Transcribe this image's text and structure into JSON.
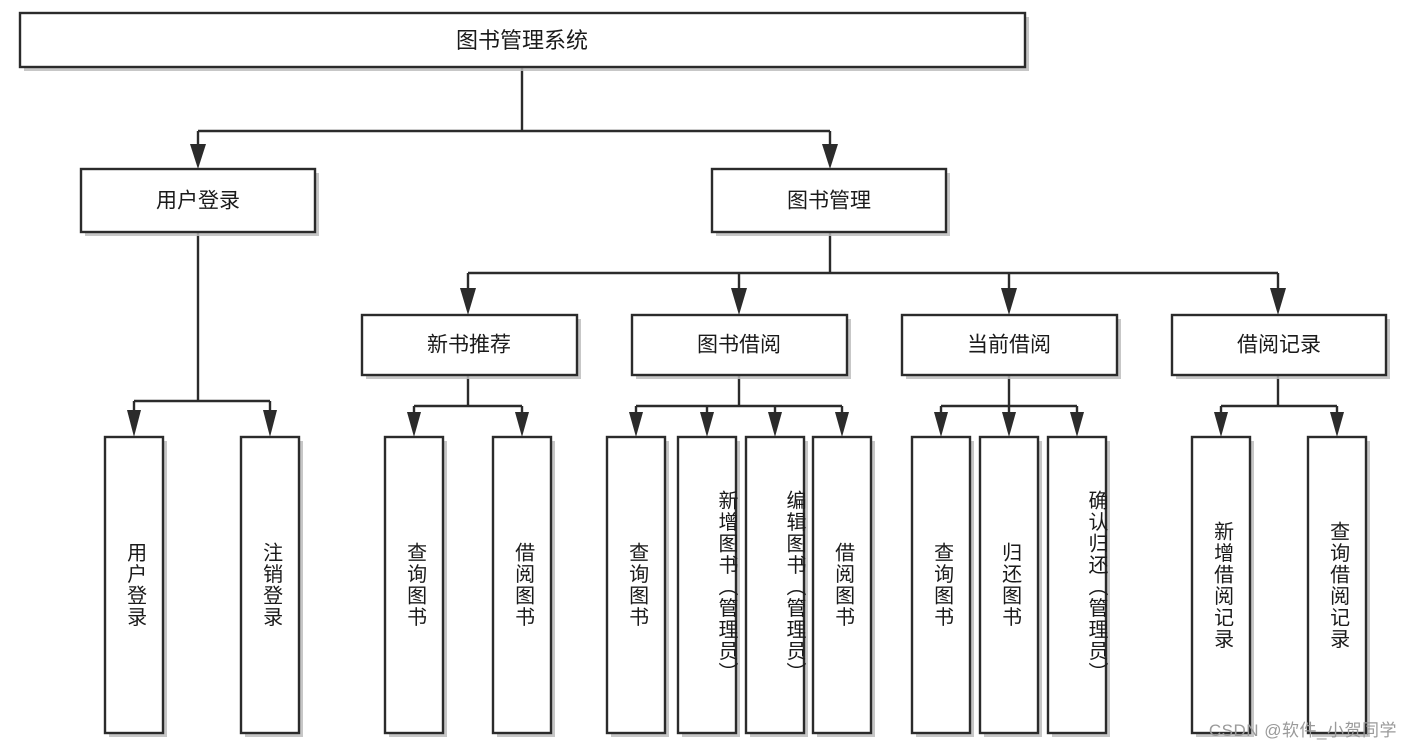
{
  "diagram": {
    "type": "tree",
    "title": "图书管理系统",
    "watermark": "CSDN @软件_小贺同学",
    "colors": {
      "box_stroke": "#2b2b2b",
      "box_fill": "#ffffff",
      "connector": "#2b2b2b",
      "text": "#1a1a1a",
      "shadow": "#bdbdbd",
      "watermark": "#9a9a9a",
      "background": "#ffffff"
    },
    "root": {
      "label": "图书管理系统"
    },
    "level2": [
      {
        "label": "用户登录"
      },
      {
        "label": "图书管理"
      }
    ],
    "level3": [
      {
        "label": "新书推荐"
      },
      {
        "label": "图书借阅"
      },
      {
        "label": "当前借阅"
      },
      {
        "label": "借阅记录"
      }
    ],
    "leaves": {
      "user_login": [
        {
          "label": "用户登录"
        },
        {
          "label": "注销登录"
        }
      ],
      "new_book_recommend": [
        {
          "label": "查询图书"
        },
        {
          "label": "借阅图书"
        }
      ],
      "book_borrow": [
        {
          "label": "查询图书"
        },
        {
          "label": "新增图书（管理员）"
        },
        {
          "label": "编辑图书（管理员）"
        },
        {
          "label": "借阅图书"
        }
      ],
      "current_borrow": [
        {
          "label": "查询图书"
        },
        {
          "label": "归还图书"
        },
        {
          "label": "确认归还（管理员）"
        }
      ],
      "borrow_record": [
        {
          "label": "新增借阅记录"
        },
        {
          "label": "查询借阅记录"
        }
      ]
    }
  }
}
